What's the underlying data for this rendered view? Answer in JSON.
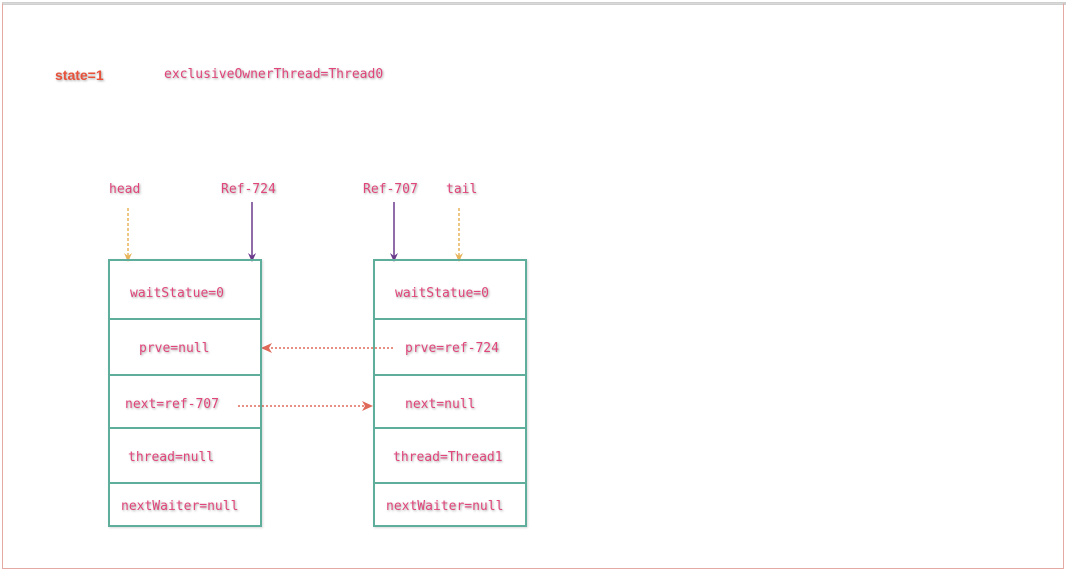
{
  "state": {
    "state_text": "state=1",
    "owner_text": "exclusiveOwnerThread=Thread0"
  },
  "pointers": {
    "head": "head",
    "ref_724": "Ref-724",
    "ref_707": "Ref-707",
    "tail": "tail"
  },
  "nodes": [
    {
      "fields": [
        "waitStatue=0",
        "prve=null",
        "next=ref-707",
        "thread=null",
        "nextWaiter=null"
      ]
    },
    {
      "fields": [
        "waitStatue=0",
        "prve=ref-724",
        "next=null",
        "thread=Thread1",
        "nextWaiter=null"
      ]
    }
  ],
  "colors": {
    "label": "#e0457b",
    "state": "#e8513a",
    "node_border": "#5fae9c",
    "head_tail_arrow": "#e8b45a",
    "ref_arrow": "#6b3a8c",
    "link_arrow": "#e06a5a"
  }
}
